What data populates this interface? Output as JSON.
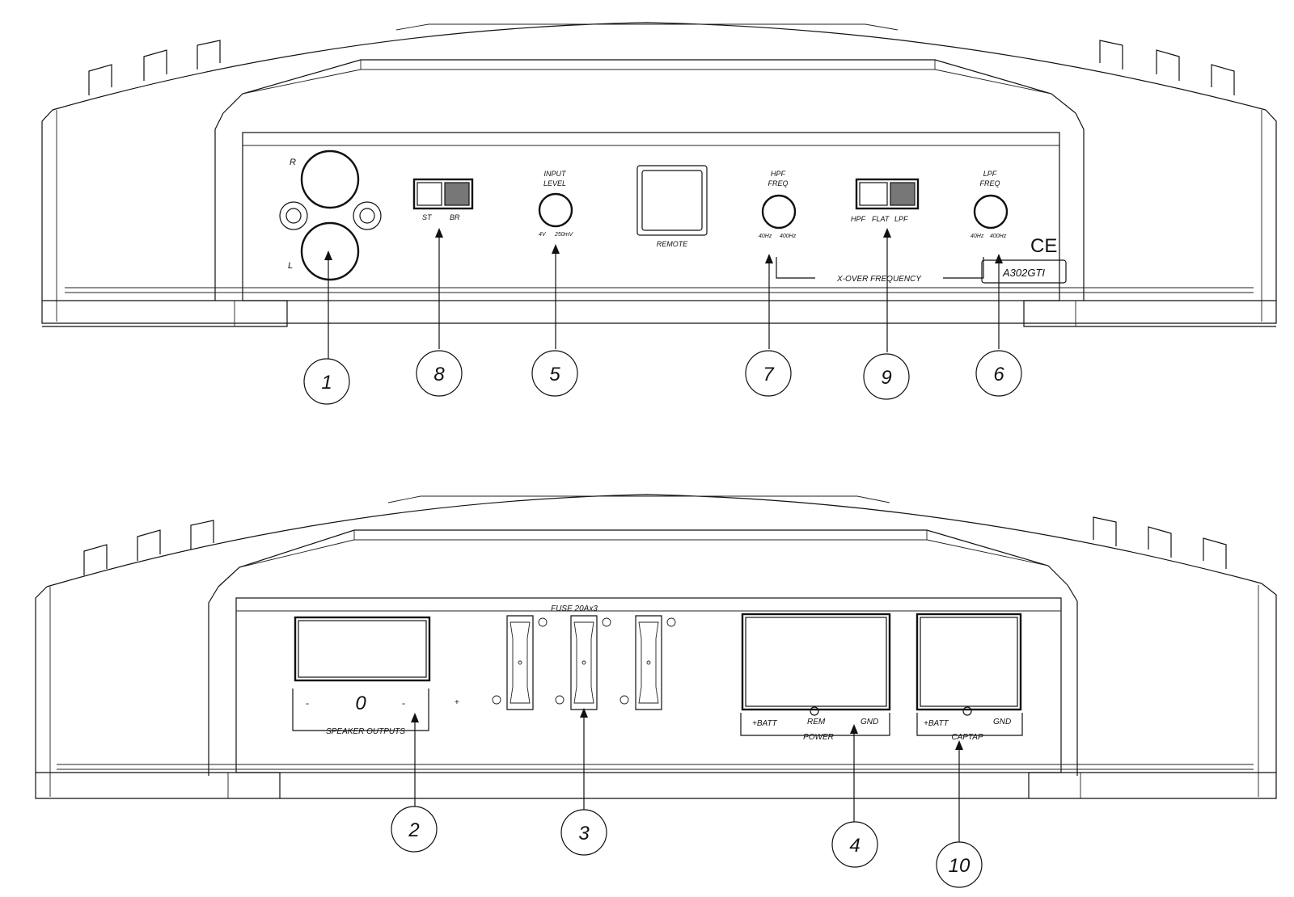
{
  "front_panel": {
    "rca_right": "R",
    "rca_left": "L",
    "mode_switch": {
      "left": "ST",
      "right": "BR"
    },
    "input_level": {
      "title_line1": "INPUT",
      "title_line2": "LEVEL",
      "min": "4V",
      "max": "250mV"
    },
    "remote": "REMOTE",
    "hpf": {
      "title_line1": "HPF",
      "title_line2": "FREQ",
      "min": "40Hz",
      "max": "400Hz"
    },
    "filter_switch": {
      "left": "HPF",
      "center": "FLAT",
      "right": "LPF"
    },
    "lpf": {
      "title_line1": "LPF",
      "title_line2": "FREQ",
      "min": "40Hz",
      "max": "400Hz"
    },
    "xover_label": "X-OVER FREQUENCY",
    "ce_mark": "CE",
    "model": "A302GTI"
  },
  "rear_panel": {
    "speaker_outputs": "SPEAKER OUTPUTS",
    "speaker_minus_left": "-",
    "speaker_zero": "0",
    "speaker_minus_right": "-",
    "speaker_plus": "+",
    "fuse_label": "FUSE 20Ax3",
    "power": {
      "label": "POWER",
      "batt": "+BATT",
      "rem": "REM",
      "gnd": "GND"
    },
    "captap": {
      "label": "CAPTAP",
      "batt": "+BATT",
      "gnd": "GND"
    }
  },
  "callouts": {
    "c1": "1",
    "c8": "8",
    "c5": "5",
    "c7": "7",
    "c9": "9",
    "c6": "6",
    "c2": "2",
    "c3": "3",
    "c4": "4",
    "c10": "10"
  }
}
